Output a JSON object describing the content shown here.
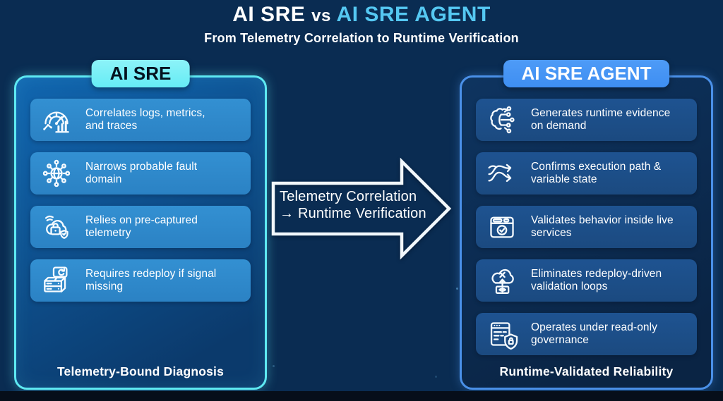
{
  "page": {
    "title_part1": "AI SRE",
    "title_vs": "vs",
    "title_part2": "AI SRE AGENT",
    "subtitle": "From Telemetry Correlation to Runtime Verification"
  },
  "left_panel": {
    "tab_label": "AI SRE",
    "caption": "Telemetry-Bound Diagnosis",
    "items": [
      {
        "icon": "gauge-metrics-icon",
        "text": "Correlates logs, metrics,\nand traces"
      },
      {
        "icon": "network-hub-icon",
        "text": "Narrows probable fault\ndomain"
      },
      {
        "icon": "cloud-lock-telemetry-icon",
        "text": "Relies on pre-captured\ntelemetry"
      },
      {
        "icon": "server-redeploy-icon",
        "text": "Requires redeploy if signal\nmissing"
      }
    ]
  },
  "right_panel": {
    "tab_label": "AI SRE AGENT",
    "caption": "Runtime-Validated Reliability",
    "items": [
      {
        "icon": "brain-circuit-icon",
        "text": "Generates runtime evidence\non demand"
      },
      {
        "icon": "branching-paths-icon",
        "text": "Confirms execution path &\nvariable state"
      },
      {
        "icon": "window-check-icon",
        "text": "Validates behavior inside live\nservices"
      },
      {
        "icon": "cloud-block-upload-icon",
        "text": "Eliminates redeploy-driven\nvalidation loops"
      },
      {
        "icon": "document-shield-lock-icon",
        "text": "Operates under read-only\ngovernance"
      }
    ]
  },
  "arrow": {
    "line1": "Telemetry Correlation",
    "line2": "→ Runtime Verification"
  },
  "colors": {
    "title_accent": "#55c8f2",
    "left_border": "#5ee9f2",
    "left_tab_bg": "#66ecf5",
    "left_tab_text": "#04121f",
    "left_panel_bg_top": "#1166b0",
    "left_panel_bg_bottom": "#0b3a6c",
    "left_card_bg": "#2b82c4",
    "right_border": "#4a90e8",
    "right_tab_bg": "#3e8ef2",
    "right_tab_text": "#ffffff",
    "right_panel_bg_top": "#0e3460",
    "right_panel_bg_bottom": "#0a2444",
    "right_card_bg": "#1b4a80",
    "footer_strip": "#060e1a"
  }
}
